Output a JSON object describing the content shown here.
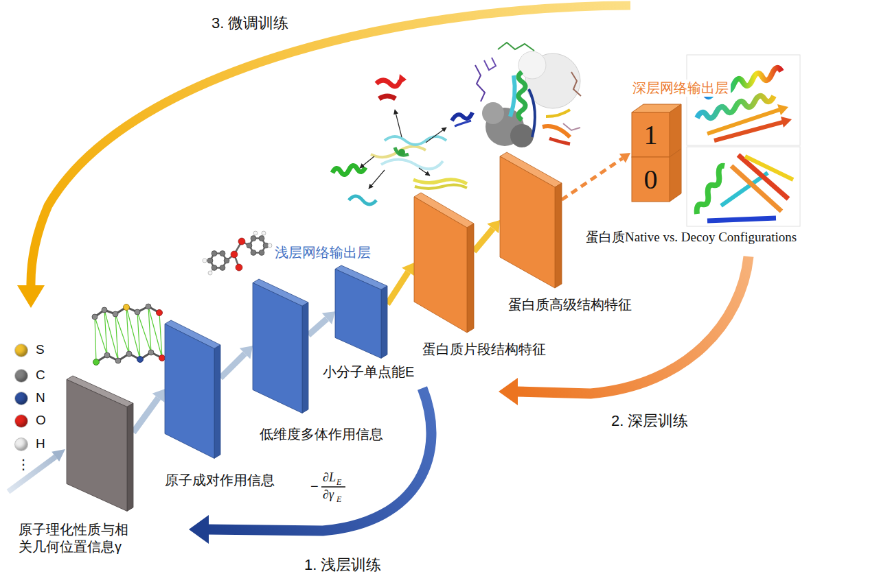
{
  "diagram": {
    "nodes": [
      {
        "text": [
          "原子理化性质与相关几何位置信息γ"
        ]
      },
      {
        "text": [
          "原子成对作用信息"
        ]
      },
      {
        "text": [
          "低维度多体作用信息"
        ]
      },
      {
        "text": [
          "浅层网络输出层",
          "小分子单点能E"
        ]
      },
      {
        "text": [
          "蛋白质片段结构特征"
        ]
      },
      {
        "text": [
          "蛋白质高级结构特征"
        ]
      },
      {
        "text": [
          "深层网络输出层"
        ]
      },
      {
        "text": [
          "1"
        ],
        "in": 6
      },
      {
        "text": [
          "0"
        ],
        "in": 6
      }
    ],
    "edges": [
      {
        "from": 0,
        "to": 1,
        "arrow": "to"
      },
      {
        "from": 1,
        "to": 2,
        "arrow": "to"
      },
      {
        "from": 2,
        "to": 3,
        "arrow": "to"
      },
      {
        "from": 3,
        "to": 4,
        "arrow": "to"
      },
      {
        "from": 4,
        "to": 5,
        "arrow": "to"
      },
      {
        "from": 5,
        "to": 6,
        "arrow": "to"
      }
    ],
    "labels": [
      "3. 微调训练",
      "2. 深层训练",
      "1. 浅层训练",
      "−",
      "∂L",
      "E",
      "∂γ",
      "E",
      "蛋白质Native vs. Decoy Configurations",
      "⋮"
    ],
    "legend": [
      {
        "text": "S",
        "color": "#f2c12e"
      },
      {
        "text": "C",
        "color": "#808080"
      },
      {
        "text": "N",
        "color": "#2d4f9e"
      },
      {
        "text": "O",
        "color": "#e3231c"
      },
      {
        "text": "H",
        "color": "#eeeeee"
      }
    ]
  }
}
